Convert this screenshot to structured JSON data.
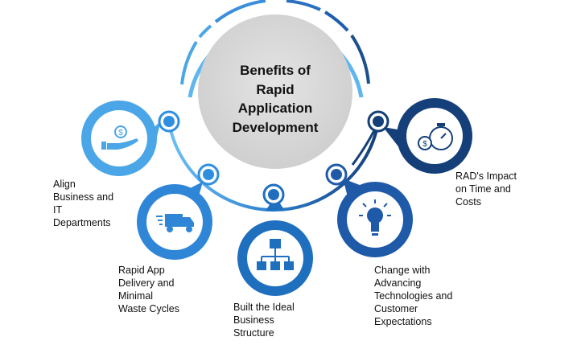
{
  "diagram": {
    "title": "Benefits of\nRapid\nApplication\nDevelopment",
    "benefits": [
      {
        "label": "Align\nBusiness and\nIT\nDepartments",
        "icon": "hand-dollar-icon",
        "color": "#4aa6e6"
      },
      {
        "label": "Rapid App\nDelivery and\nMinimal\nWaste Cycles",
        "icon": "delivery-truck-icon",
        "color": "#2f86d6"
      },
      {
        "label": "Built the Ideal\nBusiness\nStructure",
        "icon": "org-chart-icon",
        "color": "#1f6fbf"
      },
      {
        "label": "Change with\nAdvancing\nTechnologies and\nCustomer\nExpectations",
        "icon": "lightbulb-icon",
        "color": "#1e5aa8"
      },
      {
        "label": "RAD's Impact\non Time and\nCosts",
        "icon": "stopwatch-dollar-icon",
        "color": "#143f78"
      }
    ],
    "colors": {
      "center_fill": "#d6d6d6",
      "ring_light": "#5fb6ef",
      "ring_dark": "#1c4f8e",
      "node_fill": "#2e8fe0"
    }
  }
}
